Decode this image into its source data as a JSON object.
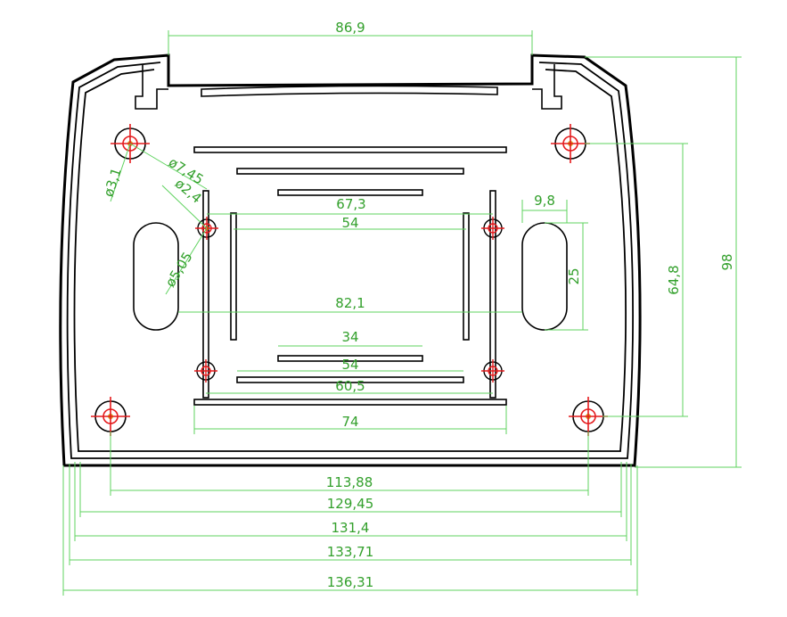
{
  "colors": {
    "dimension": "#33a02c",
    "dimension_line": "#5fd35f",
    "outline": "#000000",
    "hole_mark": "#e41a1c",
    "hole_center": "#d4a017"
  },
  "dimensions": {
    "top_width": "86,9",
    "slot_width": "9,8",
    "slot_height": "25",
    "hole_v_spacing": "64,8",
    "total_height": "98",
    "inner_67": "67,3",
    "inner_54_top": "54",
    "inner_82": "82,1",
    "inner_34": "34",
    "inner_54_bottom": "54",
    "inner_60": "60,5",
    "inner_74": "74",
    "w_113": "113,88",
    "w_129": "129,45",
    "w_131": "131,4",
    "w_133": "133,71",
    "w_136": "136,31",
    "dia_3_1": "ø3,1",
    "dia_7_45": "ø7,45",
    "dia_2_4": "ø2,4",
    "dia_5_05": "ø5,05"
  }
}
